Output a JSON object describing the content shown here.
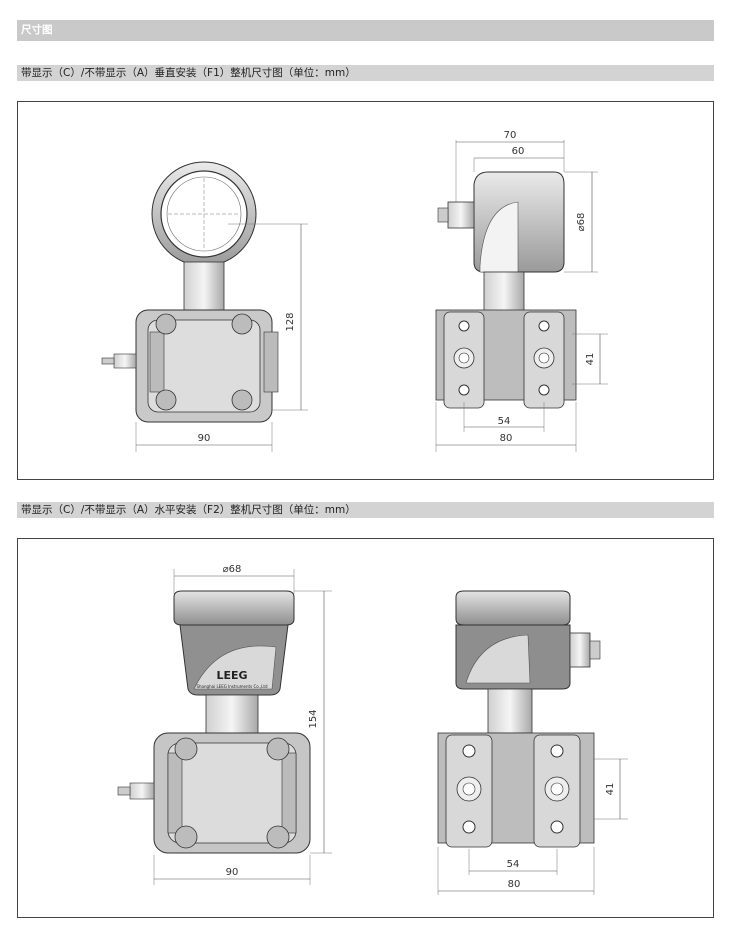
{
  "header": {
    "title": "尺寸图"
  },
  "section1": {
    "title": "带显示（C）/不带显示（A）垂直安装（F1）整机尺寸图（单位：mm）",
    "front": {
      "height_label": "128",
      "width_label": "90"
    },
    "side": {
      "top_outer_label": "70",
      "top_inner_label": "60",
      "diameter_label": "⌀68",
      "flange_label": "41",
      "inner_width_label": "54",
      "outer_width_label": "80"
    }
  },
  "section2": {
    "title": "带显示（C）/不带显示（A）水平安装（F2）整机尺寸图（单位：mm）",
    "front": {
      "diameter_label": "⌀68",
      "height_label": "154",
      "width_label": "90",
      "logo_text": "LEEG",
      "logo_sub": "Shanghai LEEG Instruments Co.,Ltd"
    },
    "side": {
      "flange_label": "41",
      "inner_width_label": "54",
      "outer_width_label": "80"
    }
  }
}
